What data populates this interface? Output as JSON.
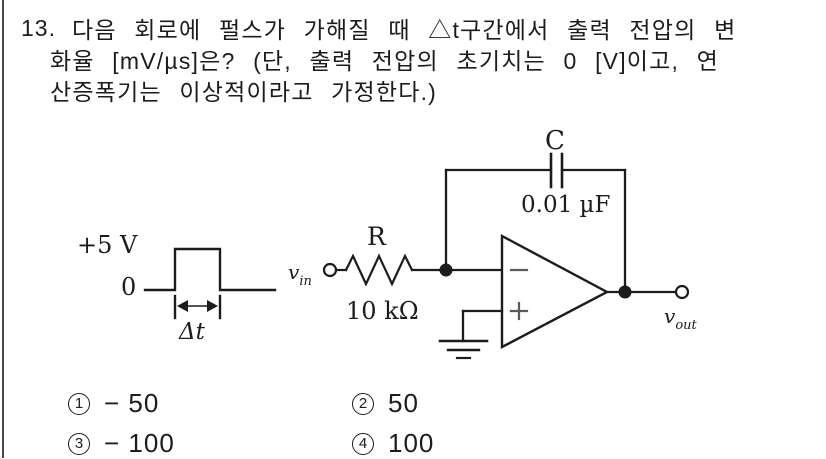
{
  "question": {
    "number": "13.",
    "line1": "다음 회로에 펄스가 가해질 때 △t구간에서 출력 전압의 변",
    "line2": "화율 [mV/µs]은? (단, 출력 전압의 초기치는 0 [V]이고, 연",
    "line3": "산증폭기는 이상적이라고 가정한다.)"
  },
  "circuit": {
    "pulse": {
      "high_label": "+5 V",
      "zero_label": "0",
      "width_label": "Δt"
    },
    "input": {
      "label_main": "v",
      "label_sub": "in"
    },
    "resistor": {
      "name": "R",
      "value": "10 kΩ"
    },
    "capacitor": {
      "name": "C",
      "value": "0.01 µF"
    },
    "output": {
      "label_main": "v",
      "label_sub": "out"
    }
  },
  "choices": [
    {
      "num": "1",
      "value": "− 50"
    },
    {
      "num": "2",
      "value": "50"
    },
    {
      "num": "3",
      "value": "− 100"
    },
    {
      "num": "4",
      "value": "100"
    }
  ],
  "colors": {
    "ink": "#1c1c1c"
  }
}
